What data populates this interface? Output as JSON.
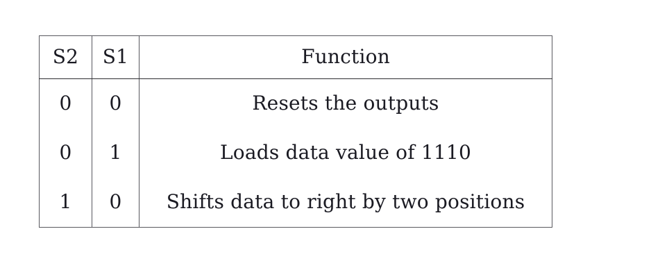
{
  "table": {
    "caption": "",
    "columns": [
      {
        "key": "s2",
        "label": "S2"
      },
      {
        "key": "s1",
        "label": "S1"
      },
      {
        "key": "function",
        "label": "Function"
      }
    ],
    "rows": [
      {
        "s2": "0",
        "s1": "0",
        "function": "Resets the outputs"
      },
      {
        "s2": "0",
        "s1": "1",
        "function": "Loads data value of 1110"
      },
      {
        "s2": "1",
        "s1": "0",
        "function": "Shifts data to right by two positions"
      }
    ]
  },
  "style": {
    "background_color": "#ffffff",
    "text_color": "#1a1a22",
    "border_color": "#58585e",
    "header_rule_color": "#2c2c30"
  }
}
